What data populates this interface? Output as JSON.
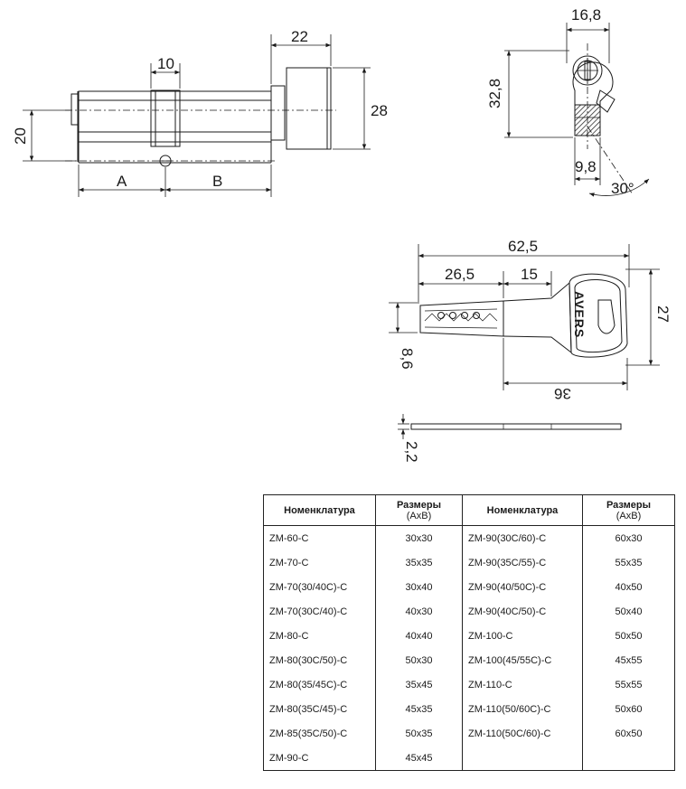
{
  "drawing": {
    "cylinder": {
      "dim_body_len": "22",
      "dim_cam": "10",
      "dim_height": "20",
      "dim_knob": "28",
      "label_a": "A",
      "label_b": "B"
    },
    "profile": {
      "dim_width": "16,8",
      "dim_height": "32,8",
      "dim_offset": "9,8",
      "dim_angle": "30°"
    },
    "key": {
      "dim_total": "62,5",
      "dim_blade": "26,5",
      "dim_shoulder": "15",
      "dim_head_h": "27",
      "dim_blade_h": "8,6",
      "dim_bow": "36",
      "dim_thickness": "2,2",
      "brand": "AVERS"
    }
  },
  "table": {
    "headers": {
      "name": "Номенклатура",
      "size": "Размеры",
      "size_sub": "(AxB)"
    },
    "left": [
      {
        "name": "ZM-60-C",
        "size": "30x30"
      },
      {
        "name": "ZM-70-C",
        "size": "35x35"
      },
      {
        "name": "ZM-70(30/40C)-C",
        "size": "30x40"
      },
      {
        "name": "ZM-70(30C/40)-C",
        "size": "40x30"
      },
      {
        "name": "ZM-80-C",
        "size": "40x40"
      },
      {
        "name": "ZM-80(30C/50)-C",
        "size": "50x30"
      },
      {
        "name": "ZM-80(35/45C)-C",
        "size": "35x45"
      },
      {
        "name": "ZM-80(35C/45)-C",
        "size": "45x35"
      },
      {
        "name": "ZM-85(35C/50)-C",
        "size": "50x35"
      },
      {
        "name": "ZM-90-C",
        "size": "45x45"
      }
    ],
    "right": [
      {
        "name": "ZM-90(30C/60)-C",
        "size": "60x30"
      },
      {
        "name": "ZM-90(35C/55)-C",
        "size": "55x35"
      },
      {
        "name": "ZM-90(40/50C)-C",
        "size": "40x50"
      },
      {
        "name": "ZM-90(40C/50)-C",
        "size": "50x40"
      },
      {
        "name": "ZM-100-C",
        "size": "50x50"
      },
      {
        "name": "ZM-100(45/55C)-C",
        "size": "45x55"
      },
      {
        "name": "ZM-110-C",
        "size": "55x55"
      },
      {
        "name": "ZM-110(50/60C)-C",
        "size": "50x60"
      },
      {
        "name": "ZM-110(50C/60)-C",
        "size": "60x50"
      },
      {
        "name": "",
        "size": ""
      }
    ]
  }
}
